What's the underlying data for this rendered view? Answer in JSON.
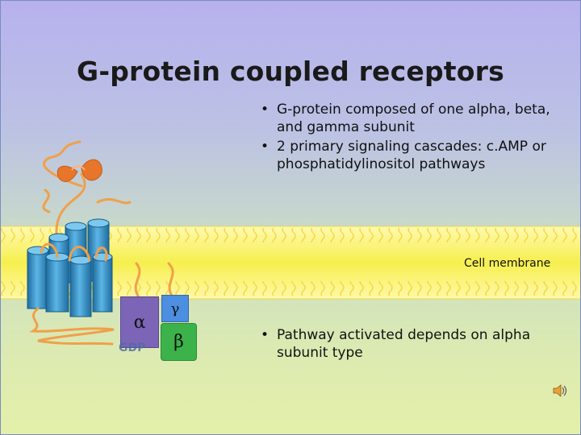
{
  "slide": {
    "title": "G-protein coupled receptors",
    "bullets_top": [
      "G-protein composed of one alpha, beta, and gamma subunit",
      "2 primary signaling cascades: c.AMP or phosphatidylinositol pathways"
    ],
    "bullets_bottom": [
      "Pathway activated depends on alpha subunit type"
    ]
  },
  "diagram": {
    "membrane_label": "Cell membrane",
    "gdp_label": "GDP",
    "alpha_symbol": "α",
    "gamma_symbol": "γ",
    "beta_symbol": "β"
  },
  "colors": {
    "alpha": "#7c64b6",
    "beta": "#3cb34a",
    "gamma": "#4c8ee0",
    "receptor_helix": "#4aa3d8",
    "loops": "#f0a04a",
    "membrane": "#f6ef5a"
  },
  "icons": {
    "speaker": "speaker-icon"
  }
}
